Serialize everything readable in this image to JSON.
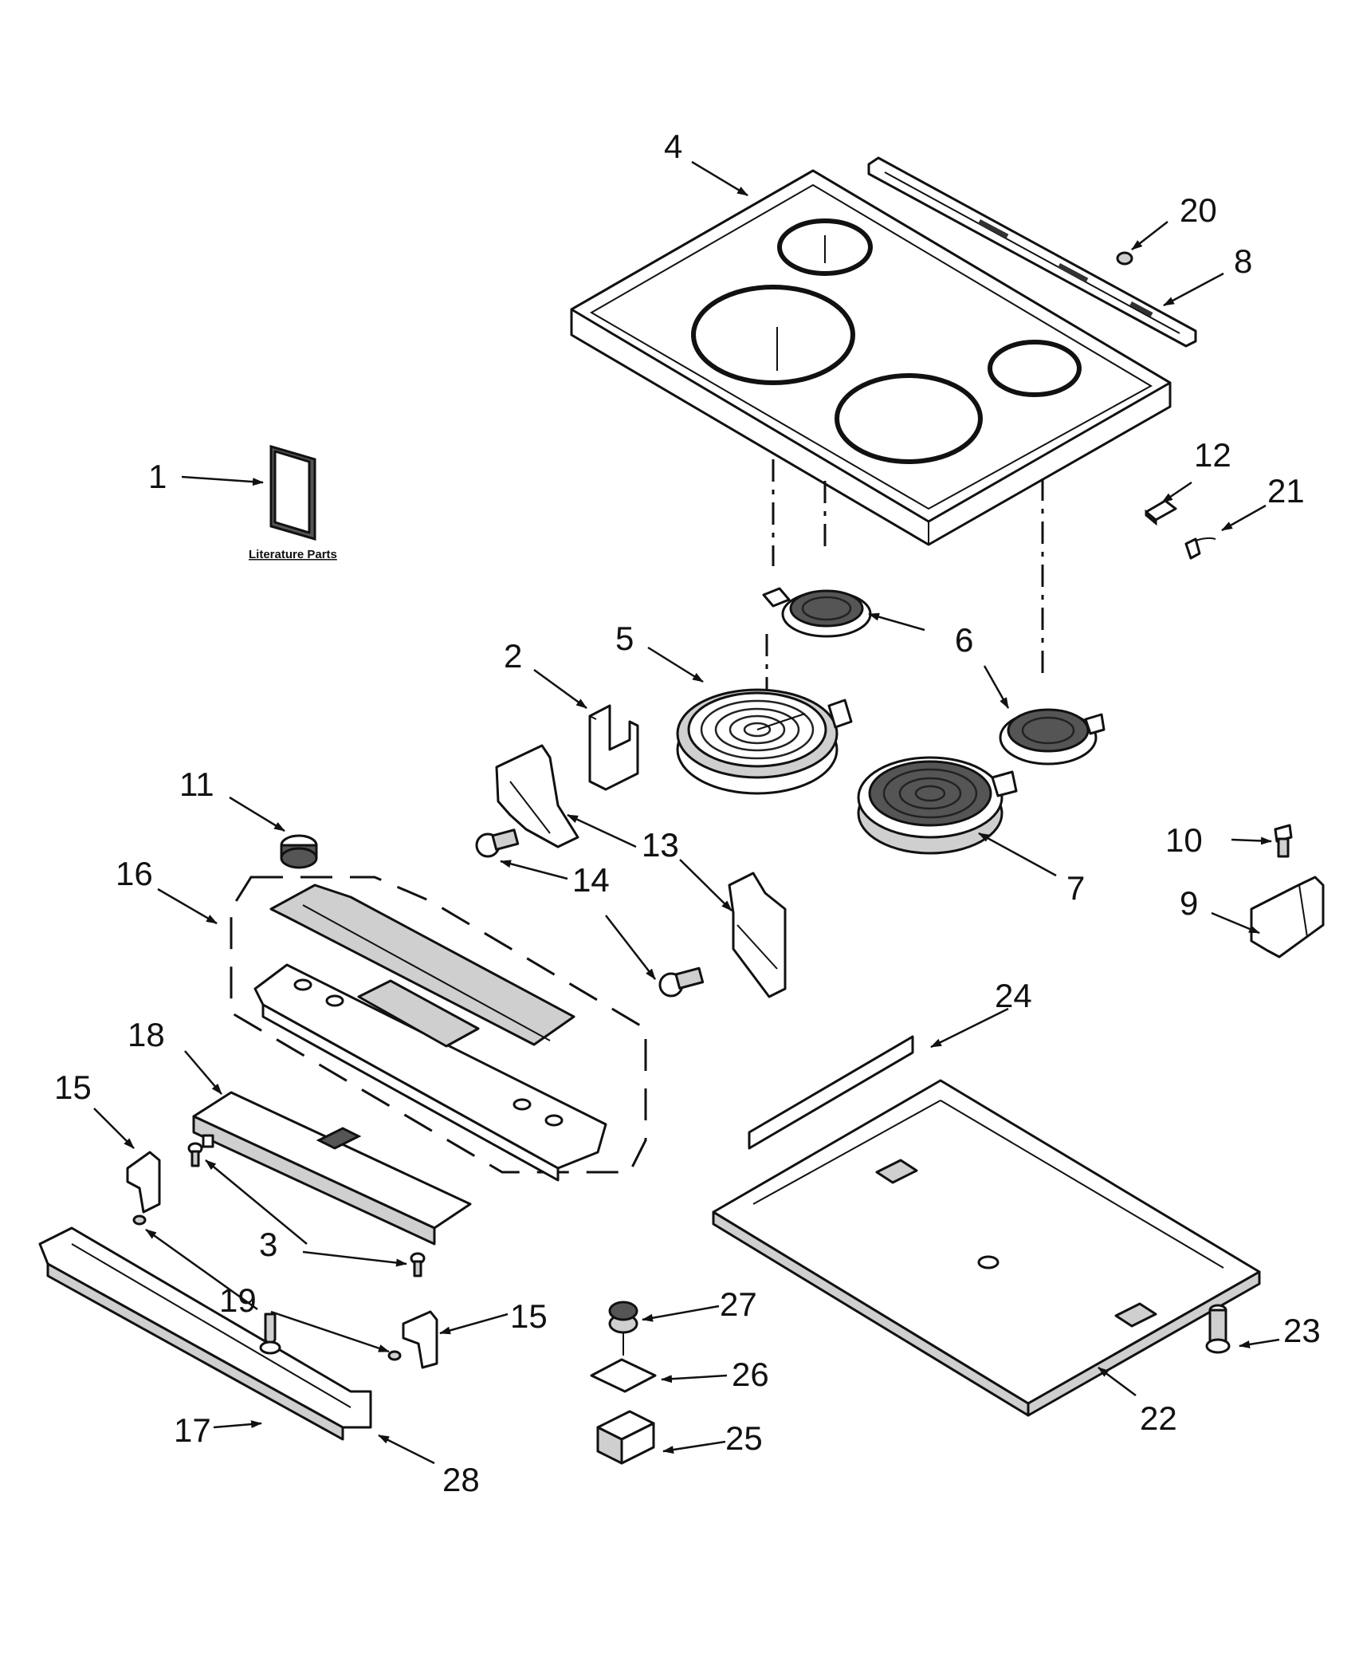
{
  "literature_label": "Literature Parts",
  "callouts": {
    "c1": "1",
    "c2": "2",
    "c3": "3",
    "c4": "4",
    "c5": "5",
    "c6a": "6",
    "c6b": "6",
    "c7": "7",
    "c8": "8",
    "c9": "9",
    "c10": "10",
    "c11": "11",
    "c12": "12",
    "c13a": "13",
    "c13b": "13",
    "c14a": "14",
    "c14b": "14",
    "c15a": "15",
    "c15b": "15",
    "c16": "16",
    "c17": "17",
    "c18": "18",
    "c19": "19",
    "c20": "20",
    "c21": "21",
    "c22": "22",
    "c23": "23",
    "c24": "24",
    "c25": "25",
    "c26": "26",
    "c27": "27",
    "c28": "28"
  },
  "colors": {
    "line": "#111111",
    "fill_light": "#ffffff",
    "fill_gray": "#cfcfcf",
    "background": "#ffffff"
  }
}
